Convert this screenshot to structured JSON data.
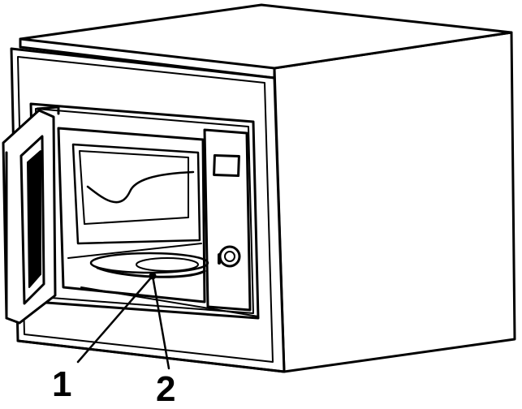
{
  "diagram": {
    "callouts": [
      {
        "id": "1",
        "text": "1"
      },
      {
        "id": "2",
        "text": "2"
      }
    ],
    "colors": {
      "stroke": "#000000",
      "fill": "#ffffff"
    }
  }
}
